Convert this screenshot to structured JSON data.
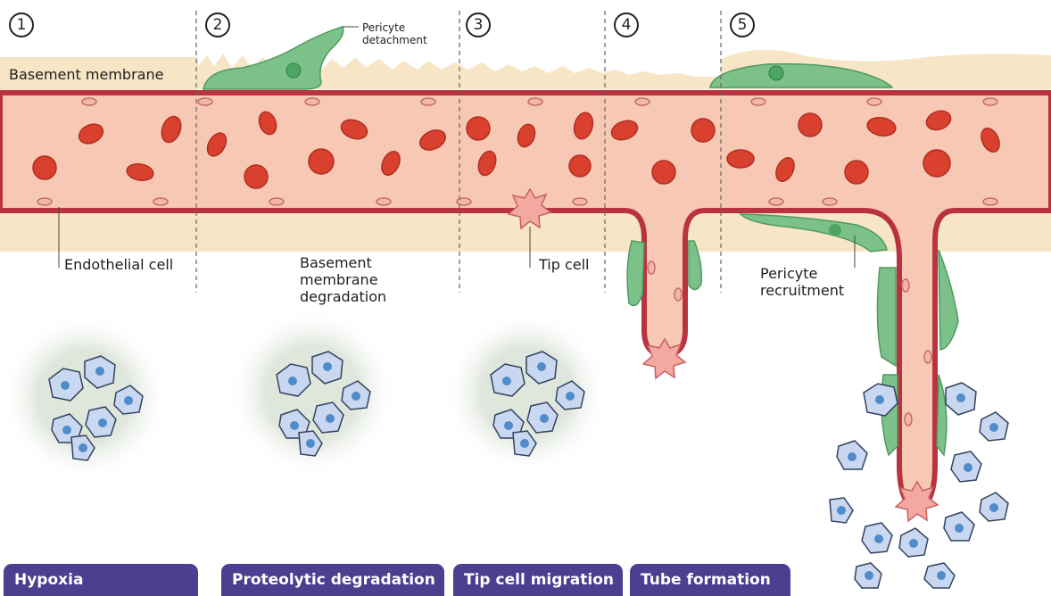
{
  "steps": [
    "1",
    "2",
    "3",
    "4",
    "5"
  ],
  "labels": {
    "basement_membrane": "Basement membrane",
    "pericyte_detachment": "Pericyte\ndetachment",
    "endothelial_cell": "Endothelial cell",
    "basement_membrane_degradation": "Basement\nmembrane\ndegradation",
    "tip_cell": "Tip cell",
    "pericyte_recruitment": "Pericyte\nrecruitment"
  },
  "stages": [
    "Hypoxia",
    "Proteolytic degradation",
    "Tip cell migration",
    "Tube formation"
  ],
  "colors": {
    "vessel_fill": "#f7c9b4",
    "vessel_wall": "#b8323f",
    "membrane": "#f6e6c6",
    "red_cell": "#d9412e",
    "pericyte": "#7cc08a",
    "tumor_cell": "#c9d8f0",
    "tumor_nucleus": "#4f8cc9",
    "stage_tab": "#4b3f8f",
    "divider": "#666666"
  }
}
